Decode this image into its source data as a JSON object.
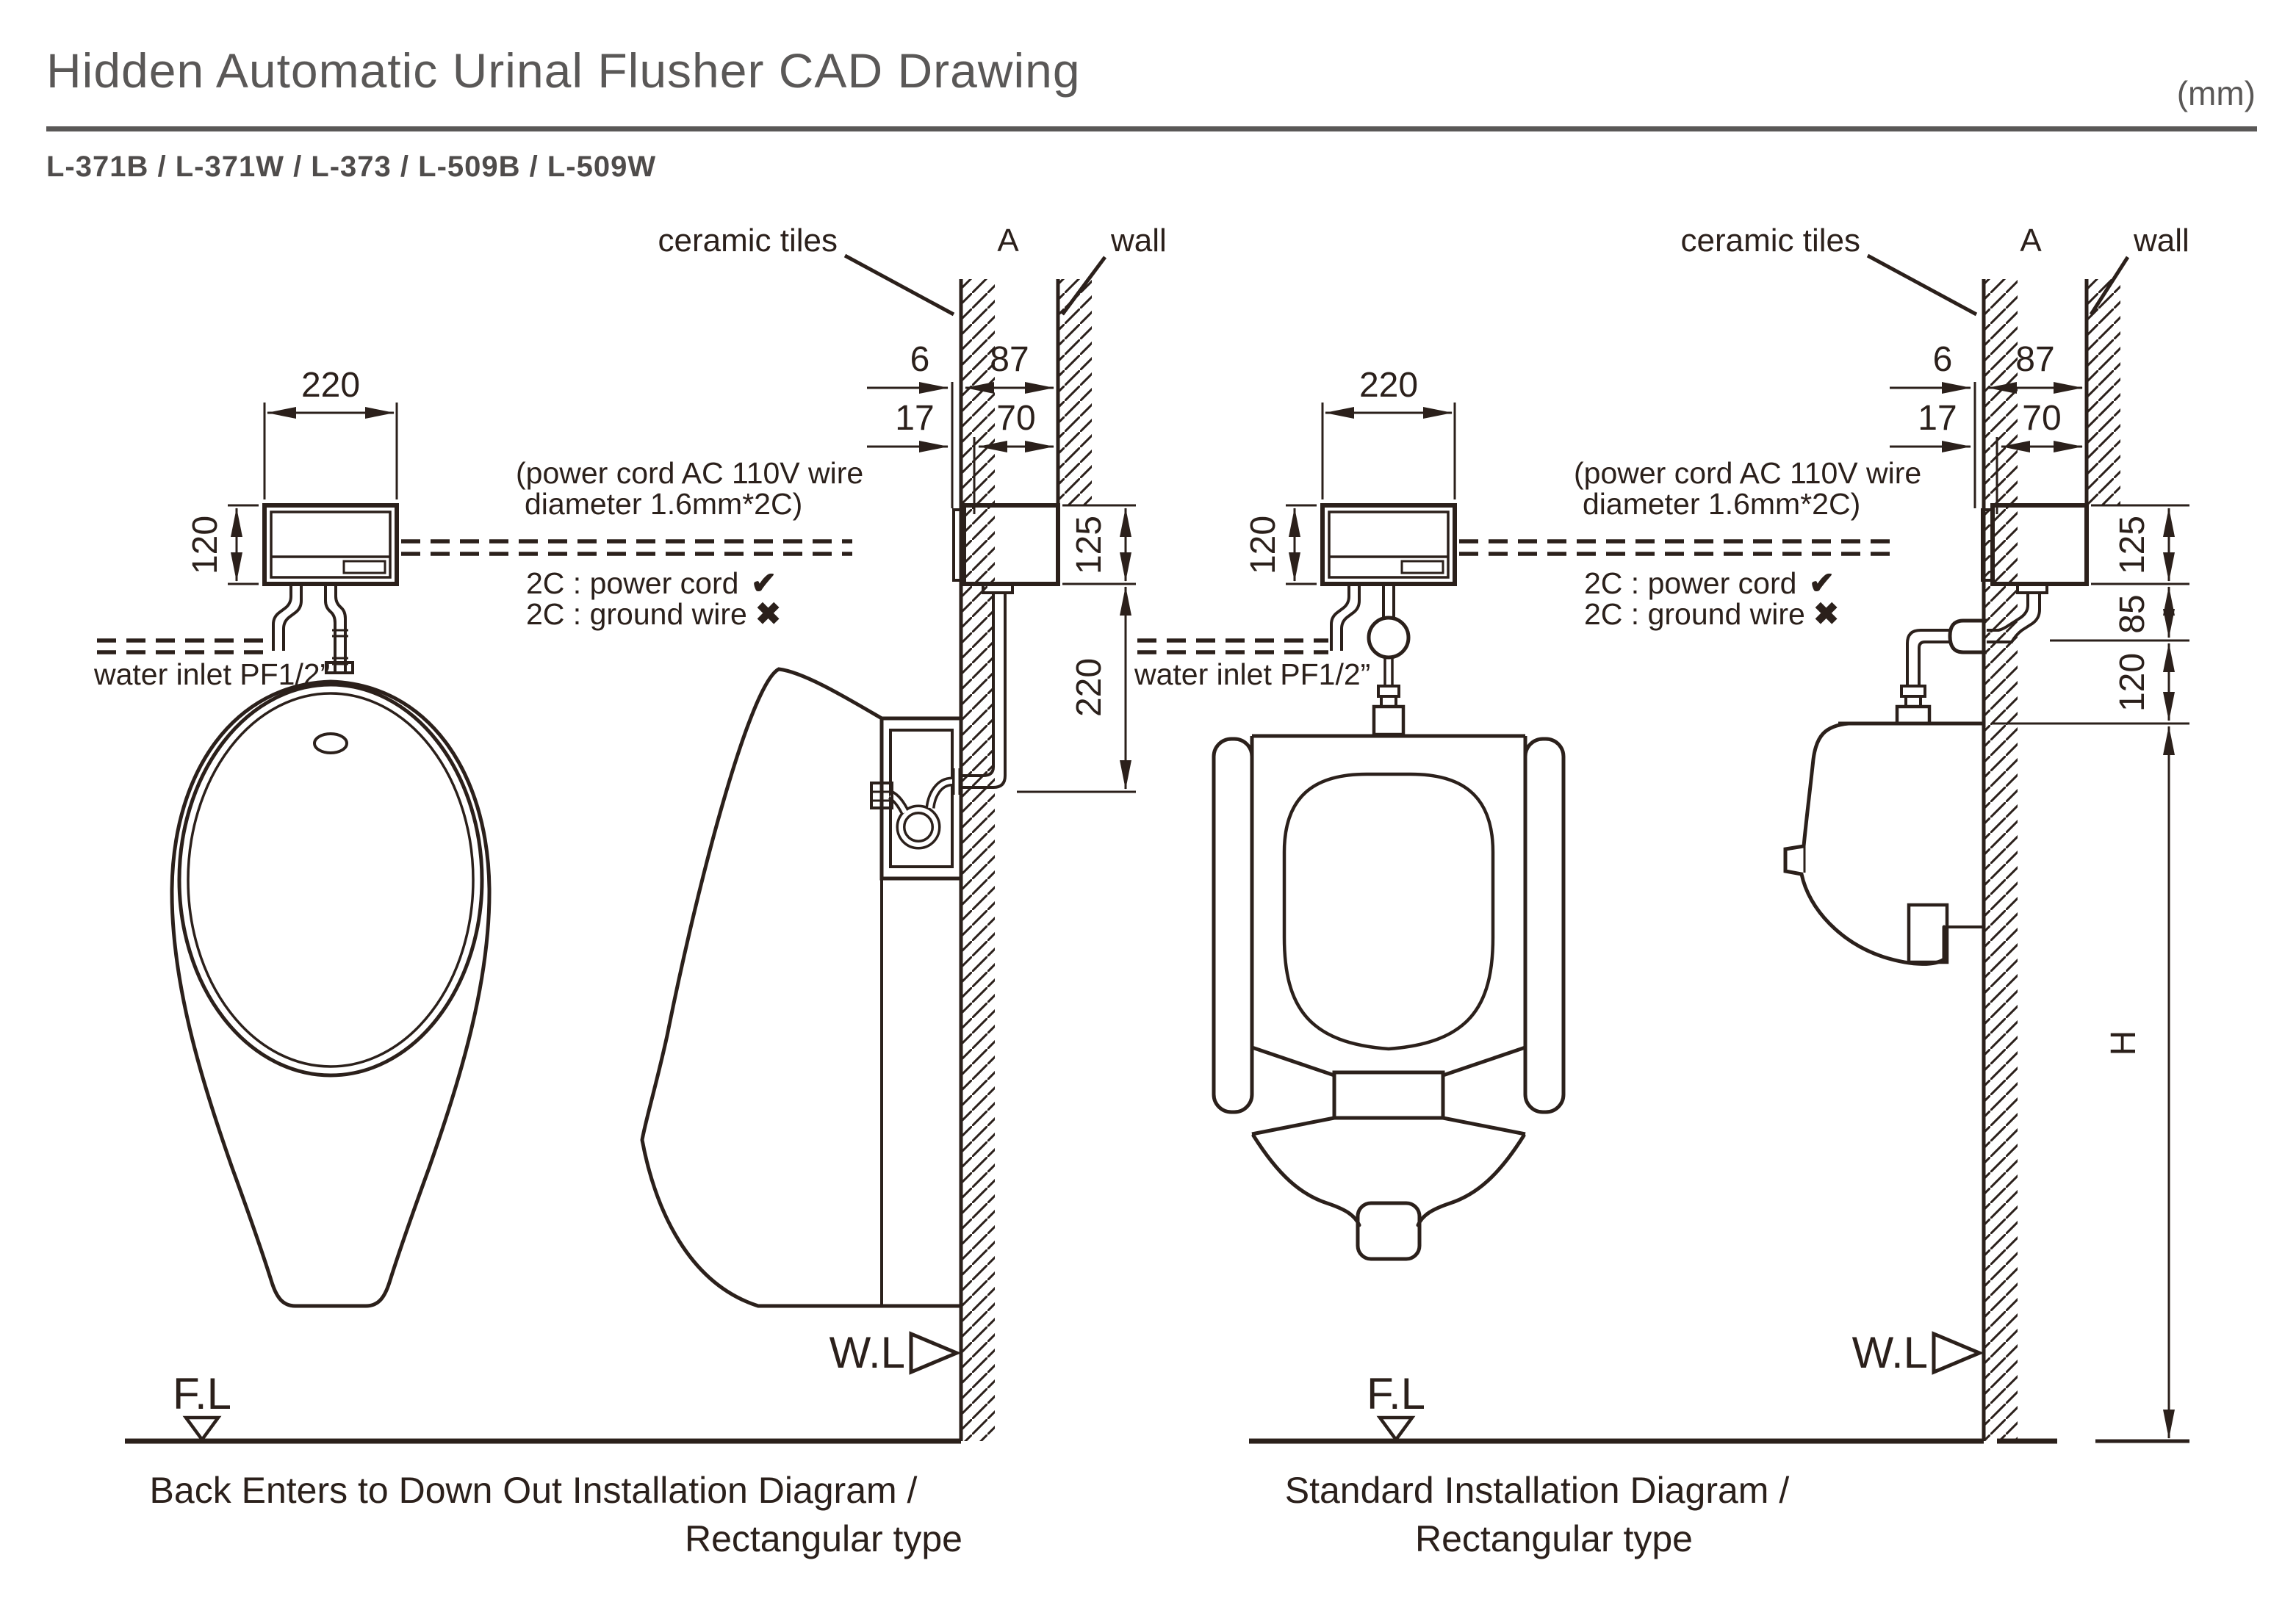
{
  "header": {
    "title": "Hidden Automatic Urinal Flusher CAD Drawing",
    "unit": "(mm)",
    "models": "L-371B / L-371W / L-373 / L-509B / L-509W"
  },
  "labels": {
    "ceramic_tiles": "ceramic tiles",
    "cavity": "A",
    "wall": "wall",
    "power_note_line1": "(power cord AC 110V wire",
    "power_note_line2": "diameter 1.6mm*2C)",
    "legend_power": "2C : power cord",
    "legend_power_mark": "✔",
    "legend_ground": "2C : ground wire",
    "legend_ground_mark": "✖",
    "water_inlet": "water inlet PF1/2”",
    "floor_level": "F.L",
    "wall_level": "W.L"
  },
  "dimensions": {
    "box_width": "220",
    "box_height": "120",
    "tile_offset": "6",
    "cavity_depth": "87",
    "tile_thickness": "17",
    "recess_depth": "70",
    "flusher_height": "125",
    "drop_left": "220",
    "drop_upper": "85",
    "drop_lower": "120",
    "mount_height": "H"
  },
  "left_diagram": {
    "caption_line1": "Back Enters to Down Out Installation Diagram /",
    "caption_line2": "Rectangular type"
  },
  "right_diagram": {
    "caption_line1": "Standard Installation Diagram /",
    "caption_line2": "Rectangular type"
  }
}
